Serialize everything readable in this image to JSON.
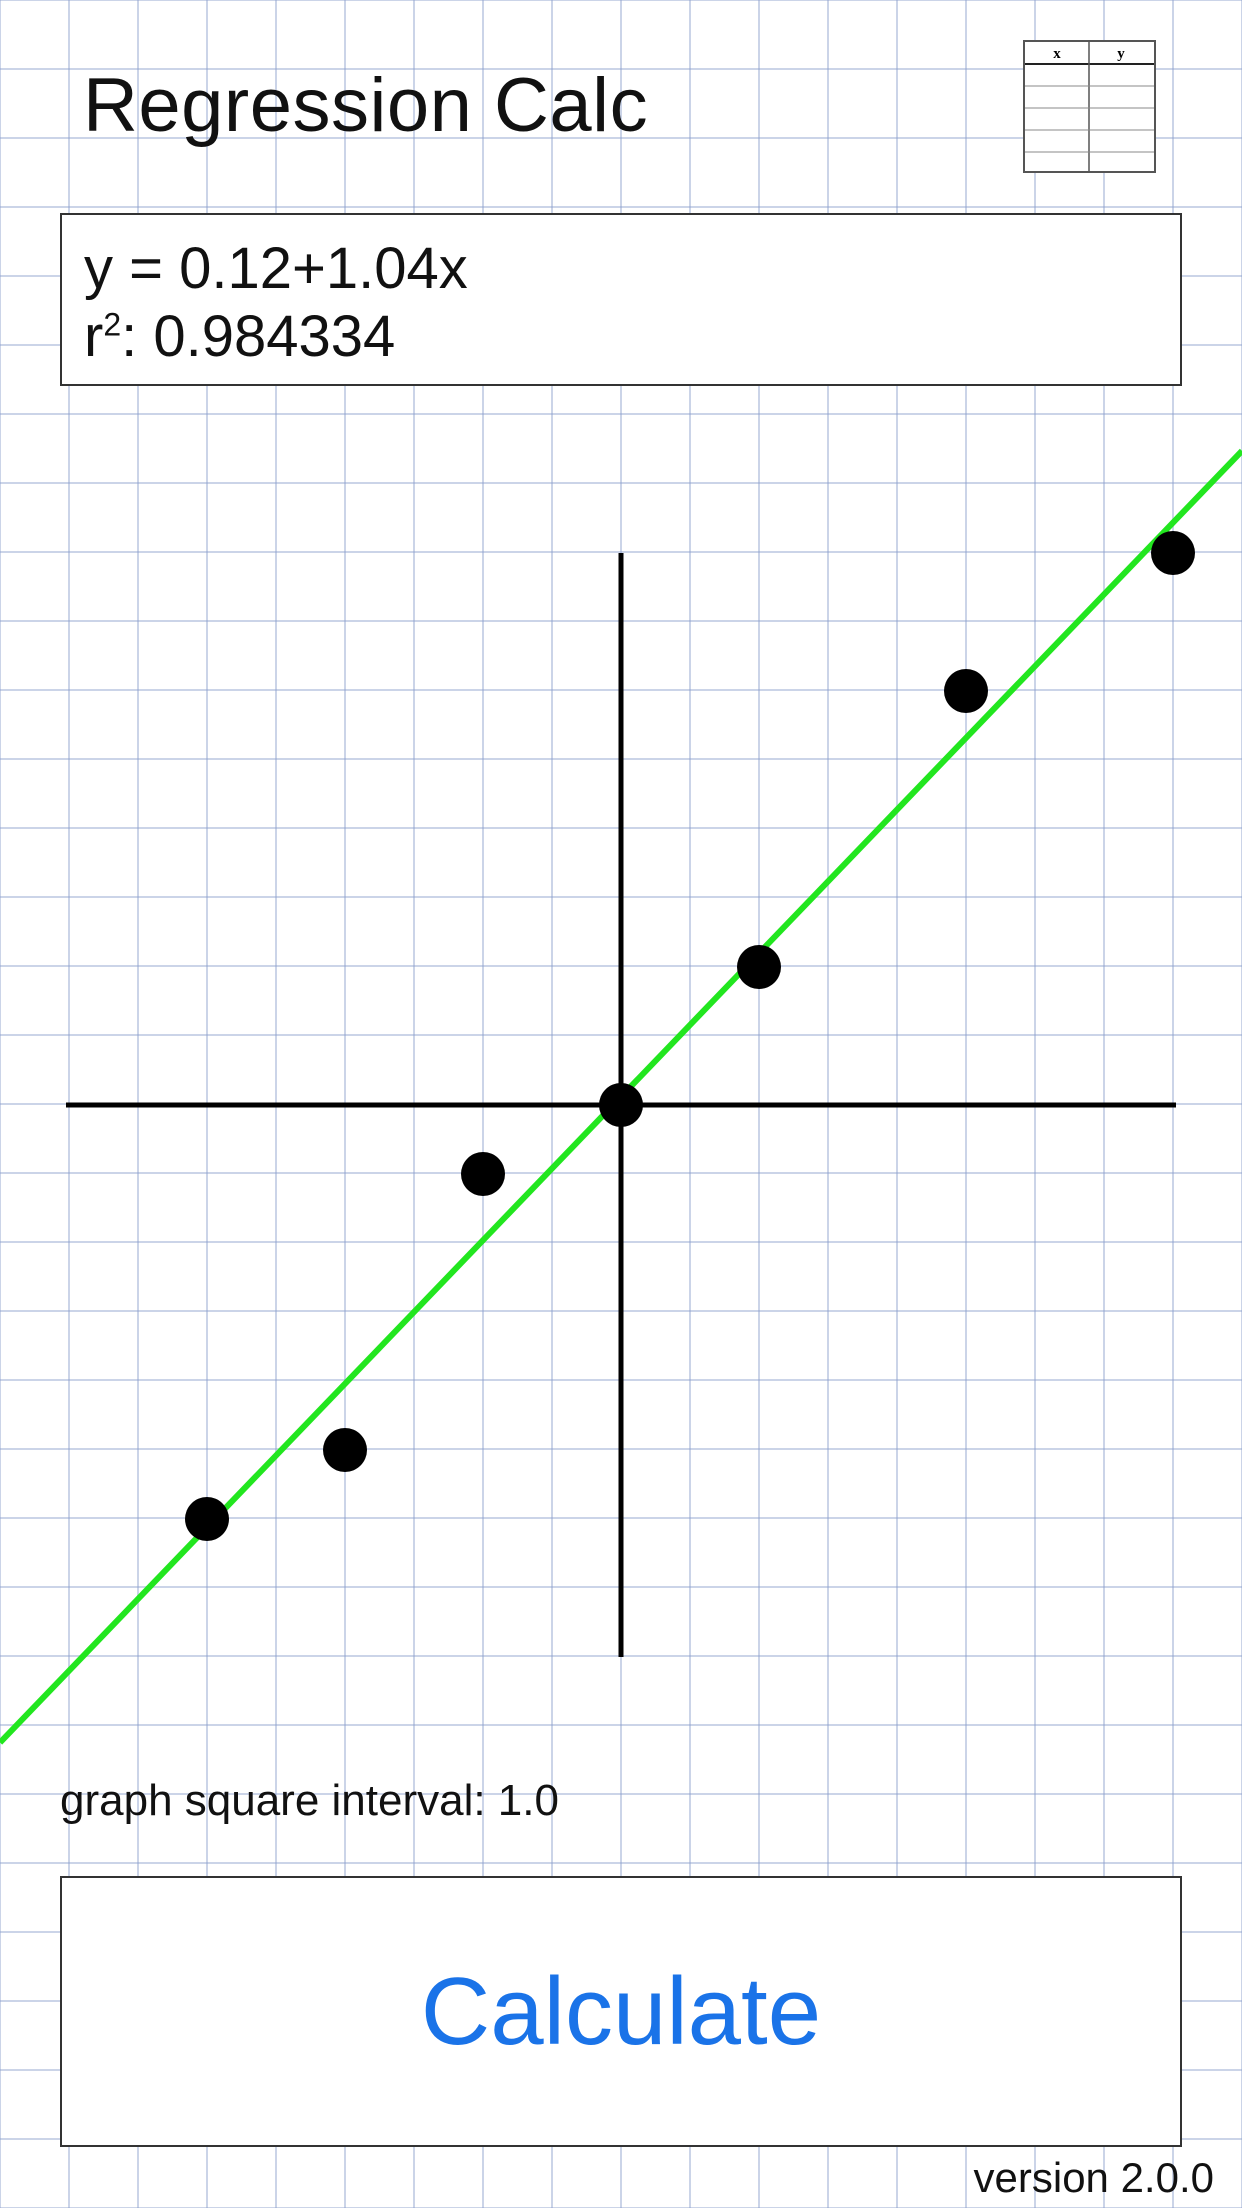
{
  "app": {
    "title": "Regression Calc",
    "version": "version 2.0.0"
  },
  "table_icon": {
    "icon": "data-table-icon",
    "col_x": "x",
    "col_y": "y"
  },
  "results": {
    "equation": "y = 0.12+1.04x",
    "r2_label": "r",
    "r2_sup": "2",
    "r2_value": ": 0.984334"
  },
  "graph": {
    "interval_text": "graph square interval: 1.0"
  },
  "actions": {
    "calculate_label": "Calculate"
  },
  "colors": {
    "accent": "#1a73e8",
    "line": "#22e61f",
    "points": "#000000"
  },
  "chart_data": {
    "type": "scatter",
    "points": [
      {
        "x": -6,
        "y": -6
      },
      {
        "x": -4,
        "y": -5
      },
      {
        "x": -2,
        "y": -1
      },
      {
        "x": 0,
        "y": 0
      },
      {
        "x": 2,
        "y": 2
      },
      {
        "x": 5,
        "y": 6
      },
      {
        "x": 8,
        "y": 8
      }
    ],
    "regression": {
      "intercept": 0.12,
      "slope": 1.04
    },
    "xlim": [
      -8,
      8
    ],
    "ylim": [
      -8,
      8
    ],
    "grid": true
  }
}
